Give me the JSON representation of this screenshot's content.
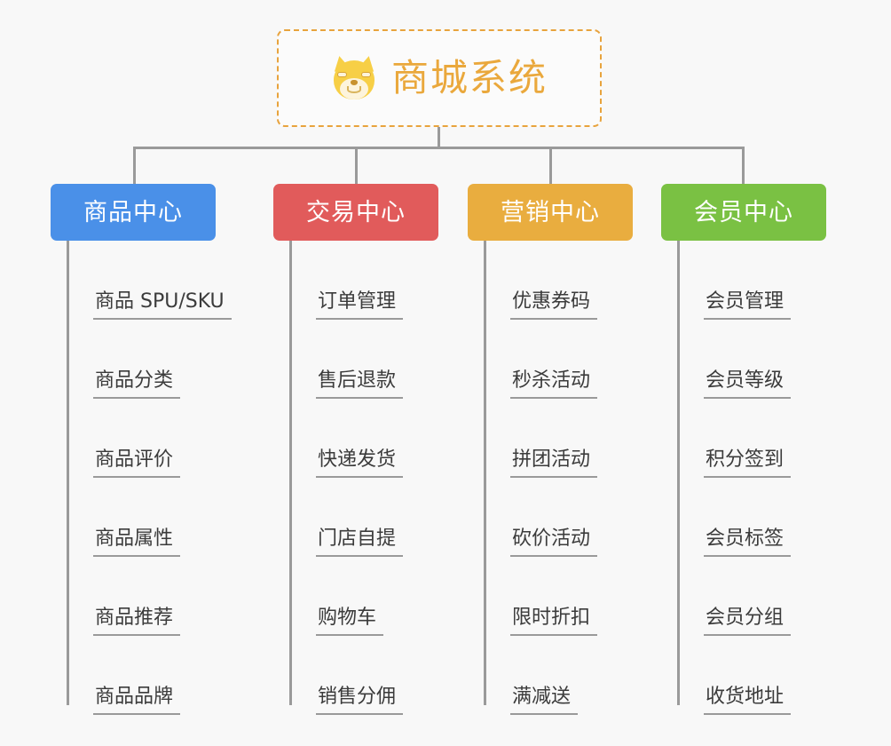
{
  "background_color": "#f8f8f8",
  "root": {
    "icon": "shiba-dog-face-emoji",
    "title": "商城系统",
    "color": "#eaa83c",
    "border_style": "dashed"
  },
  "connector_color": "#9a9a9a",
  "columns": [
    {
      "header": "商品中心",
      "color": "#4a90e8",
      "items": [
        "商品 SPU/SKU",
        "商品分类",
        "商品评价",
        "商品属性",
        "商品推荐",
        "商品品牌"
      ]
    },
    {
      "header": "交易中心",
      "color": "#e15b5b",
      "items": [
        "订单管理",
        "售后退款",
        "快递发货",
        "门店自提",
        "购物车",
        "销售分佣"
      ]
    },
    {
      "header": "营销中心",
      "color": "#e9ad3f",
      "items": [
        "优惠券码",
        "秒杀活动",
        "拼团活动",
        "砍价活动",
        "限时折扣",
        "满减送"
      ]
    },
    {
      "header": "会员中心",
      "color": "#7ac143",
      "items": [
        "会员管理",
        "会员等级",
        "积分签到",
        "会员标签",
        "会员分组",
        "收货地址"
      ]
    }
  ]
}
